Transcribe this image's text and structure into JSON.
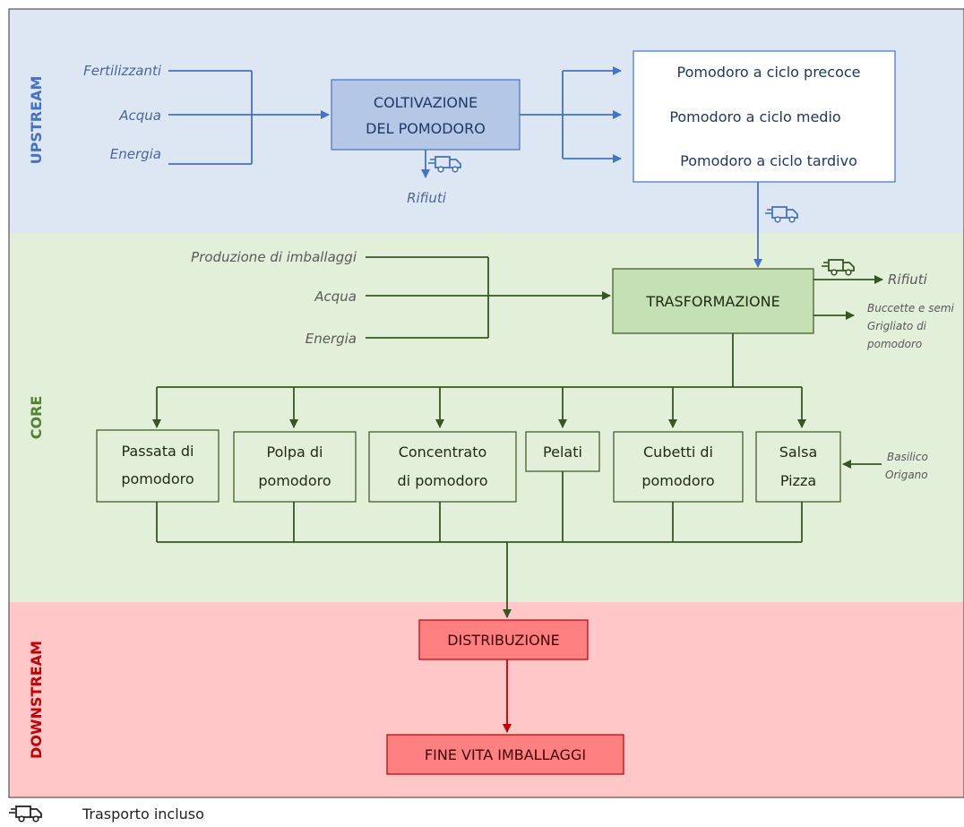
{
  "zones": {
    "upstream": "UPSTREAM",
    "core": "CORE",
    "downstream": "DOWNSTREAM"
  },
  "colors": {
    "upstream_bg": "#dde7f4",
    "core_bg": "#e2efd9",
    "downstream_bg": "#ffc7c7",
    "blue": "#4472c4",
    "green": "#375623",
    "red": "#c00000",
    "blue_text": "#1f3864"
  },
  "upstream": {
    "inputs": [
      "Fertilizzanti",
      "Acqua",
      "Energia"
    ],
    "main_box": [
      "COLTIVAZIONE",
      "DEL POMODORO"
    ],
    "waste": "Rifiuti",
    "outputs": [
      "Pomodoro a ciclo precoce",
      "Pomodoro a ciclo medio",
      "Pomodoro a ciclo tardivo"
    ]
  },
  "core": {
    "inputs": [
      "Produzione di imballaggi",
      "Acqua",
      "Energia"
    ],
    "main_box": "TRASFORMAZIONE",
    "waste": "Rifiuti",
    "byproducts": [
      "Buccette e semi",
      "Grigliato di",
      "pomodoro"
    ],
    "products": [
      [
        "Passata di",
        "pomodoro"
      ],
      [
        "Polpa di",
        "pomodoro"
      ],
      [
        "Concentrato",
        "di pomodoro"
      ],
      [
        "Pelati"
      ],
      [
        "Cubetti di",
        "pomodoro"
      ],
      [
        "Salsa",
        "Pizza"
      ]
    ],
    "herbs": [
      "Basilico",
      "Origano"
    ]
  },
  "downstream": {
    "distribution": "DISTRIBUZIONE",
    "end_of_life": "FINE VITA IMBALLAGGI"
  },
  "legend": {
    "icon": "truck-icon",
    "text": "Trasporto incluso"
  }
}
